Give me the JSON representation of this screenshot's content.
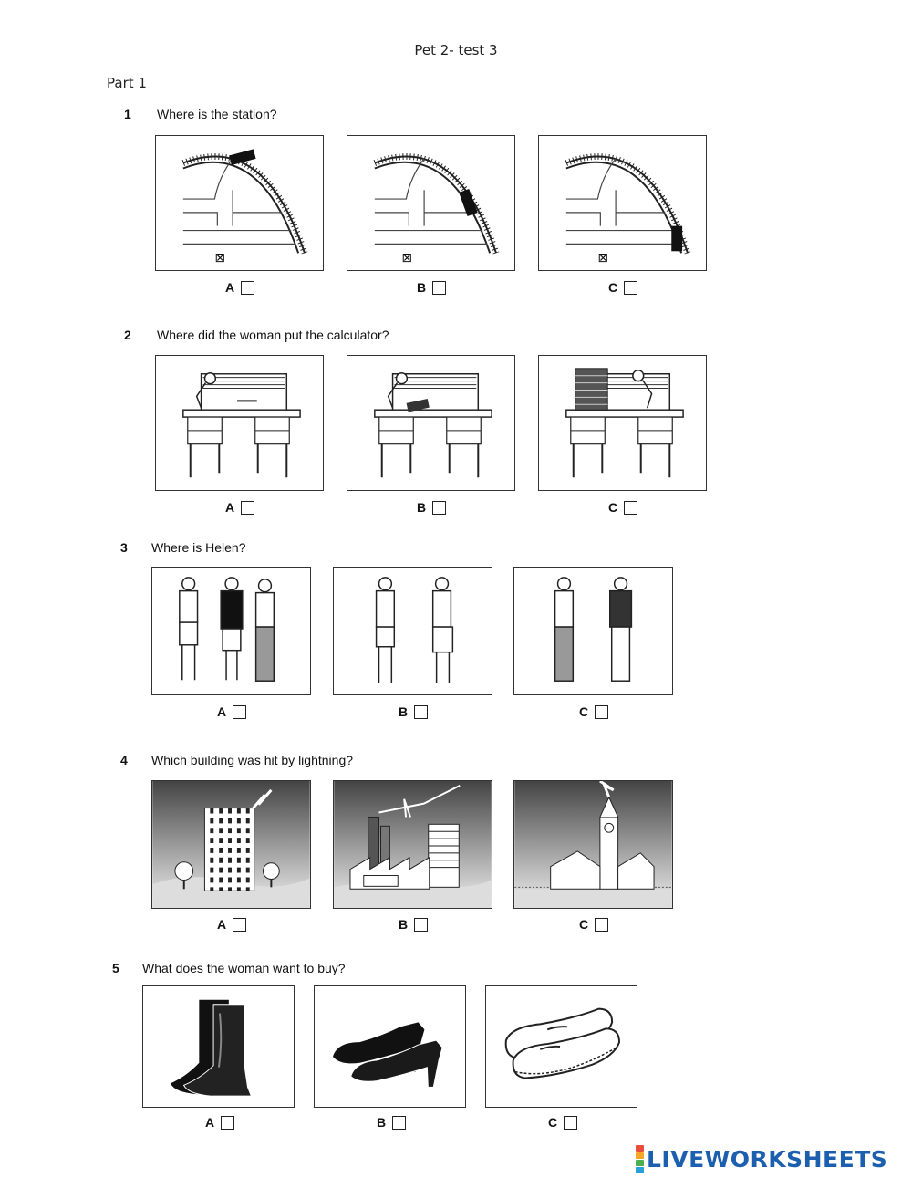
{
  "document": {
    "title": "Pet 2- test 3",
    "part": "Part 1"
  },
  "questions": [
    {
      "number": "1",
      "text": "Where is the station?",
      "options": [
        "A",
        "B",
        "C"
      ]
    },
    {
      "number": "2",
      "text": "Where did the woman put the calculator?",
      "options": [
        "A",
        "B",
        "C"
      ]
    },
    {
      "number": "3",
      "text": "Where is Helen?",
      "options": [
        "A",
        "B",
        "C"
      ]
    },
    {
      "number": "4",
      "text": "Which building was hit by lightning?",
      "options": [
        "A",
        "B",
        "C"
      ]
    },
    {
      "number": "5",
      "text": "What does the woman want to buy?",
      "options": [
        "A",
        "B",
        "C"
      ]
    }
  ],
  "branding": {
    "logo_text": "LIVEWORKSHEETS",
    "logo_color": "#1b5fae",
    "badge_colors": [
      "#e94e3c",
      "#f6a623",
      "#4caf50",
      "#2a9fd8"
    ]
  }
}
